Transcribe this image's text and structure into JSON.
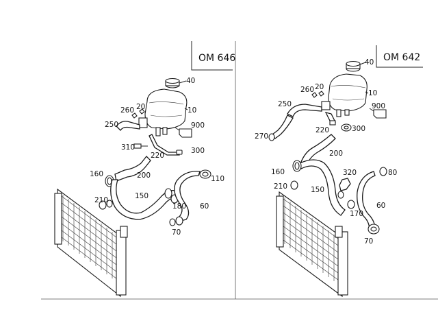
{
  "panels": [
    {
      "engine": "OM 646",
      "labels": {
        "p40": "40",
        "p10": "10",
        "p20": "20",
        "p260": "260",
        "p250": "250",
        "p900": "900",
        "p310": "310",
        "p220": "220",
        "p300": "300",
        "p160": "160",
        "p200": "200",
        "p110": "110",
        "p210": "210",
        "p150": "150",
        "p180": "180",
        "p60": "60",
        "p70": "70"
      }
    },
    {
      "engine": "OM 642",
      "labels": {
        "p40": "40",
        "p260": "260",
        "p20": "20",
        "p10": "10",
        "p250": "250",
        "p900": "900",
        "p220": "220",
        "p270": "270",
        "p300": "300",
        "p200": "200",
        "p160": "160",
        "p320": "320",
        "p80": "80",
        "p210": "210",
        "p150": "150",
        "p170": "170",
        "p60": "60",
        "p70": "70"
      }
    }
  ]
}
